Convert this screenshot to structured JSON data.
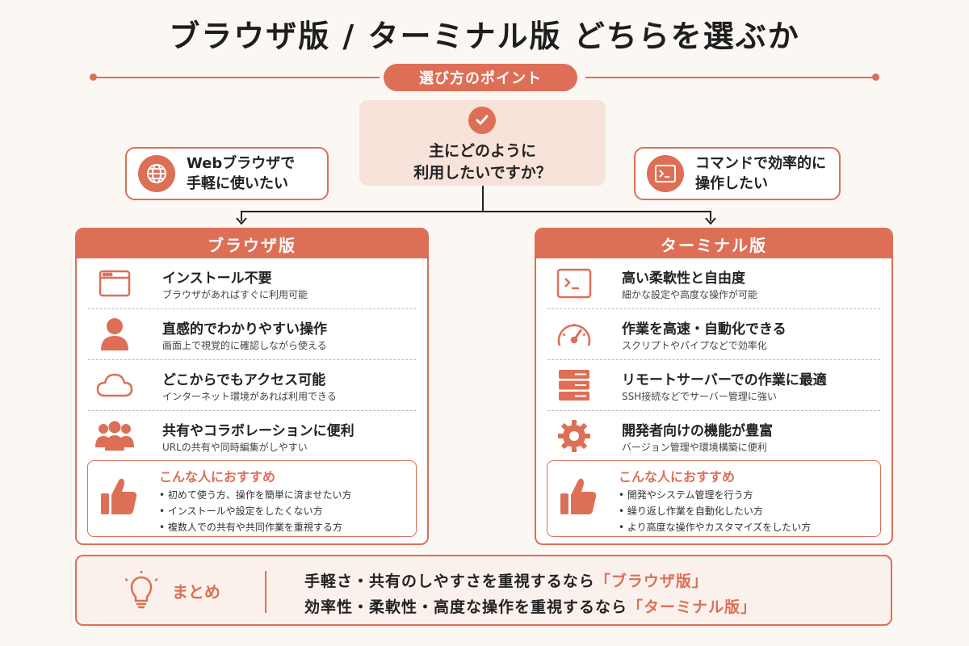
{
  "title": "ブラウザ版 / ターミナル版 どちらを選ぶか",
  "point_label": "選び方のポイント",
  "question": "主にどのように\n利用したいですか？",
  "left_need": "Webブラウザで\n手軽に使いたい",
  "right_need": "コマンドで効率的に\n操作したい",
  "browser": {
    "header": "ブラウザ版",
    "features": [
      {
        "title": "インストール不要",
        "sub": "ブラウザがあればすぐに利用可能",
        "icon": "browser-window-icon"
      },
      {
        "title": "直感的でわかりやすい操作",
        "sub": "画面上で視覚的に確認しながら使える",
        "icon": "user-icon"
      },
      {
        "title": "どこからでもアクセス可能",
        "sub": "インターネット環境があれば利用できる",
        "icon": "cloud-icon"
      },
      {
        "title": "共有やコラボレーションに便利",
        "sub": "URLの共有や同時編集がしやすい",
        "icon": "group-icon"
      }
    ],
    "rec_title": "こんな人におすすめ",
    "rec_items": [
      "初めて使う方、操作を簡単に済ませたい方",
      "インストールや設定をしたくない方",
      "複数人での共有や共同作業を重視する方"
    ]
  },
  "terminal": {
    "header": "ターミナル版",
    "features": [
      {
        "title": "高い柔軟性と自由度",
        "sub": "細かな設定や高度な操作が可能",
        "icon": "terminal-icon"
      },
      {
        "title": "作業を高速・自動化できる",
        "sub": "スクリプトやパイプなどで効率化",
        "icon": "speedometer-icon"
      },
      {
        "title": "リモートサーバーでの作業に最適",
        "sub": "SSH接続などでサーバー管理に強い",
        "icon": "server-icon"
      },
      {
        "title": "開発者向けの機能が豊富",
        "sub": "バージョン管理や環境構築に便利",
        "icon": "gear-icon"
      }
    ],
    "rec_title": "こんな人におすすめ",
    "rec_items": [
      "開発やシステム管理を行う方",
      "繰り返し作業を自動化したい方",
      "より高度な操作やカスタマイズをしたい方"
    ]
  },
  "summary": {
    "label": "まとめ",
    "line1_prefix": "手軽さ・共有のしやすさを重視するなら",
    "line1_choice": "「ブラウザ版」",
    "line2_prefix": "効率性・柔軟性・高度な操作を重視するなら",
    "line2_choice": "「ターミナル版」"
  },
  "colors": {
    "accent": "#dd6f57",
    "background": "#fbf8f4",
    "soft": "#f8e3da"
  }
}
